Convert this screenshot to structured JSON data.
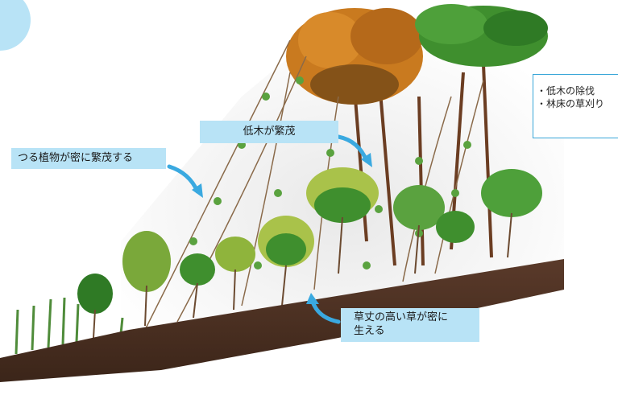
{
  "labels": {
    "vines": "つる植物が密に繁茂する",
    "shrubs": "低木が繁茂",
    "grass_line1": "草丈の高い草が密に",
    "grass_line2": "生える"
  },
  "measures": [
    "・低木の除伐",
    "・林床の草刈り"
  ],
  "colors": {
    "label_bg": "#b8e3f6",
    "arrow": "#3aa9e0",
    "soil": "#4a2f22",
    "foliage_green": "#3f8f2e",
    "foliage_yellow_green": "#a9c24a",
    "foliage_orange": "#c97a1f"
  }
}
